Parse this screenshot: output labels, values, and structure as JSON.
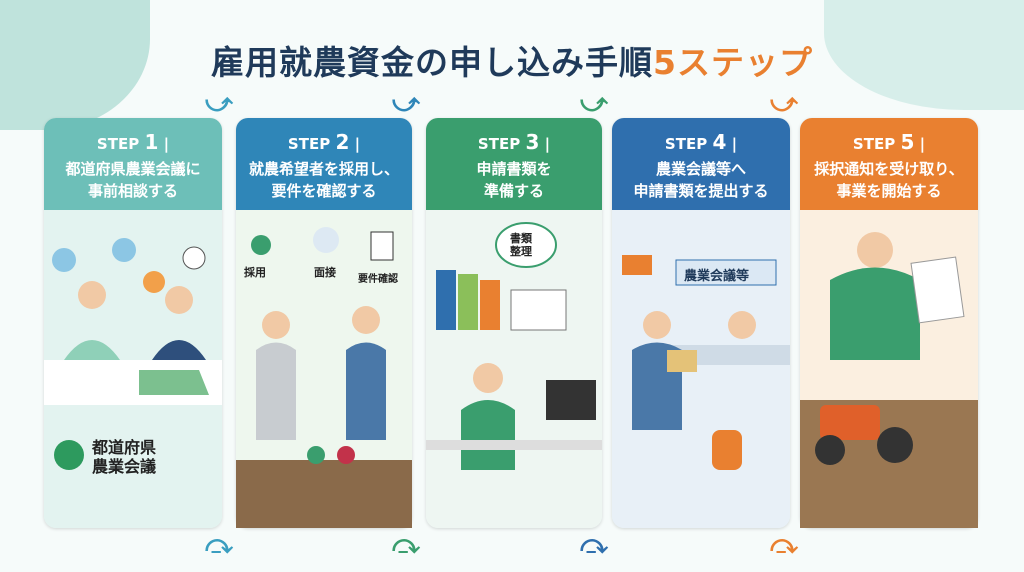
{
  "title": {
    "main": "雇用就農資金の申し込み手順",
    "accent": "5ステップ"
  },
  "colors": {
    "step1": "#6dbfb8",
    "step2": "#2f86b8",
    "step3": "#3a9e6e",
    "step4": "#2f6fae",
    "step5": "#e98030",
    "title": "#1f3a5a"
  },
  "steps": [
    {
      "label": "STEP",
      "num": "1",
      "line1": "都道府県農業会議に",
      "line2": "事前相談する",
      "tags": [
        "都道府県",
        "農業会議"
      ]
    },
    {
      "label": "STEP",
      "num": "2",
      "line1": "就農希望者を採用し、",
      "line2": "要件を確認する",
      "tags": [
        "採用",
        "面接",
        "要件確認"
      ]
    },
    {
      "label": "STEP",
      "num": "3",
      "line1": "申請書類を",
      "line2": "準備する",
      "tags": [
        "書類",
        "整理"
      ]
    },
    {
      "label": "STEP",
      "num": "4",
      "line1": "農業会議等へ",
      "line2": "申請書類を提出する",
      "tags": [
        "農業会議等"
      ]
    },
    {
      "label": "STEP",
      "num": "5",
      "line1": "採択通知を受け取り、",
      "line2": "事業を開始する",
      "tags": []
    }
  ]
}
